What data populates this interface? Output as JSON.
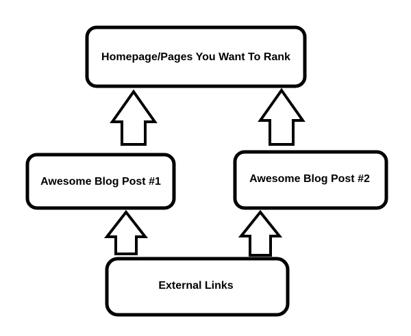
{
  "nodes": {
    "homepage": {
      "label": "Homepage/Pages You Want To Rank"
    },
    "blog_post_1": {
      "label": "Awesome Blog Post #1"
    },
    "blog_post_2": {
      "label": "Awesome Blog Post #2"
    },
    "external_links": {
      "label": "External Links"
    }
  },
  "edges": [
    {
      "from": "external_links",
      "to": "blog_post_1"
    },
    {
      "from": "external_links",
      "to": "blog_post_2"
    },
    {
      "from": "blog_post_1",
      "to": "homepage"
    },
    {
      "from": "blog_post_2",
      "to": "homepage"
    }
  ],
  "colors": {
    "stroke": "#000000",
    "fill": "#ffffff",
    "text": "#000000"
  }
}
